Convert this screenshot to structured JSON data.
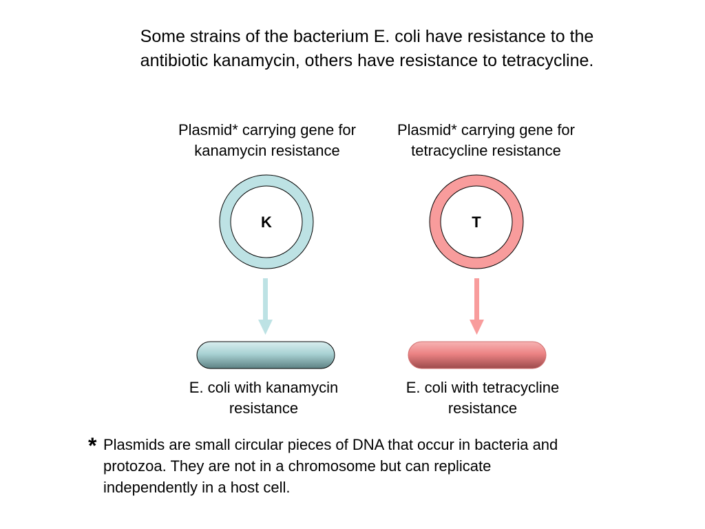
{
  "intro": {
    "line1": "Some strains of the bacterium E. coli have resistance to the",
    "line2": "antibiotic kanamycin, others have resistance to tetracycline."
  },
  "plasmids": [
    {
      "label_line1": "Plasmid* carrying gene for",
      "label_line2": "kanamycin resistance",
      "letter": "K",
      "ring_color": "#bde2e4",
      "arrow_color": "#bde2e4",
      "caption_line1": "E. coli with kanamycin",
      "caption_line2": "resistance",
      "cell_color": "#a6cfd1"
    },
    {
      "label_line1": "Plasmid* carrying gene for",
      "label_line2": "tetracycline resistance",
      "letter": "T",
      "ring_color": "#f89c9c",
      "arrow_color": "#f89c9c",
      "caption_line1": "E. coli with tetracycline",
      "caption_line2": "resistance",
      "cell_color": "#ec8586"
    }
  ],
  "footnote": {
    "star": "*",
    "line1": "Plasmids are small circular pieces of DNA that occur in bacteria and",
    "line2": "protozoa. They are not in a chromosome but can replicate",
    "line3": "independently in a host cell."
  }
}
